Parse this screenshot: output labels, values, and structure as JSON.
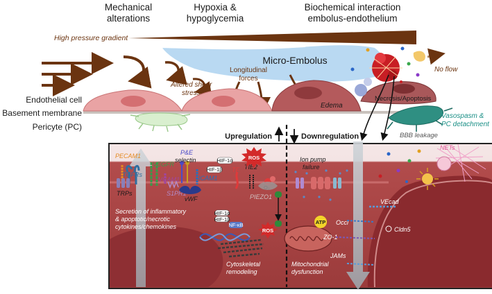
{
  "headers": {
    "mechanical_1": "Mechanical",
    "mechanical_2": "alterations",
    "hypoxia_1": "Hypoxia &",
    "hypoxia_2": "hypoglycemia",
    "biochem_1": "Biochemical interaction",
    "biochem_2": "embolus-endothelium"
  },
  "left_labels": {
    "endothelial": "Endothelial cell",
    "basement": "Basement membrane",
    "pericyte": "Pericyte (PC)"
  },
  "top": {
    "pressure": "High pressure gradient",
    "micro_embolus": "Micro-Embolus",
    "longitudinal_1": "Longitudinal",
    "longitudinal_2": "forces",
    "shear_1": "Altered shear",
    "shear_2": "stress",
    "edema": "Edema",
    "no_flow": "No flow",
    "necrosis": "Necrosis/Apoptosis",
    "vasospasm_1": "Vasospasm &",
    "vasospasm_2": "PC detachment",
    "bbb": "BBB leakage",
    "upregulation": "Upregulation",
    "downregulation": "Downregulation"
  },
  "panel": {
    "pecam1": "PECAM1",
    "tgfrs": "TGFRs",
    "vegfr": "VEGFR",
    "vcam1": "VCAM1",
    "pe_selectin_1": "P&E",
    "pe_selectin_2": "selectin",
    "icam1": "ICAM1",
    "trps": "TRPs",
    "s1pr1": "S1PR1",
    "vwf": "vWF",
    "tf": "TF",
    "tie2": "TIE2",
    "piezo1": "PIEZO1",
    "ros_top": "ROS",
    "ros_mid": "ROS",
    "hif1a": "HIF-1α",
    "hif1b": "HIF-1β",
    "nfkb": "NF-κB",
    "o2": "O₂",
    "secretion_1": "Secretion of inflammatory",
    "secretion_2": "& apoptotic/necrotic",
    "secretion_3": "cytokines/chemokines",
    "cytoskeletal_1": "Cytoskeletal",
    "cytoskeletal_2": "remodeling",
    "ion_pump_1": "Ion pump",
    "ion_pump_2": "failure",
    "atp": "ATP",
    "mito_1": "Mitochondrial",
    "mito_2": "dysfunction",
    "vecad": "VEcad",
    "occl": "Occl",
    "zo1": "ZO-1",
    "jams": "JAMs",
    "cldn5": "Cldn5",
    "nets": "NETs"
  },
  "colors": {
    "arrow_brown": "#6b3410",
    "vessel_blue": "#b9d9f2",
    "cell_pink": "#e9a3a4",
    "panel_red": "#a94444",
    "panel_border": "#222222",
    "teal": "#1a8f86",
    "pericyte_green": "#d9efcf",
    "embolus_red": "#c81e24"
  }
}
